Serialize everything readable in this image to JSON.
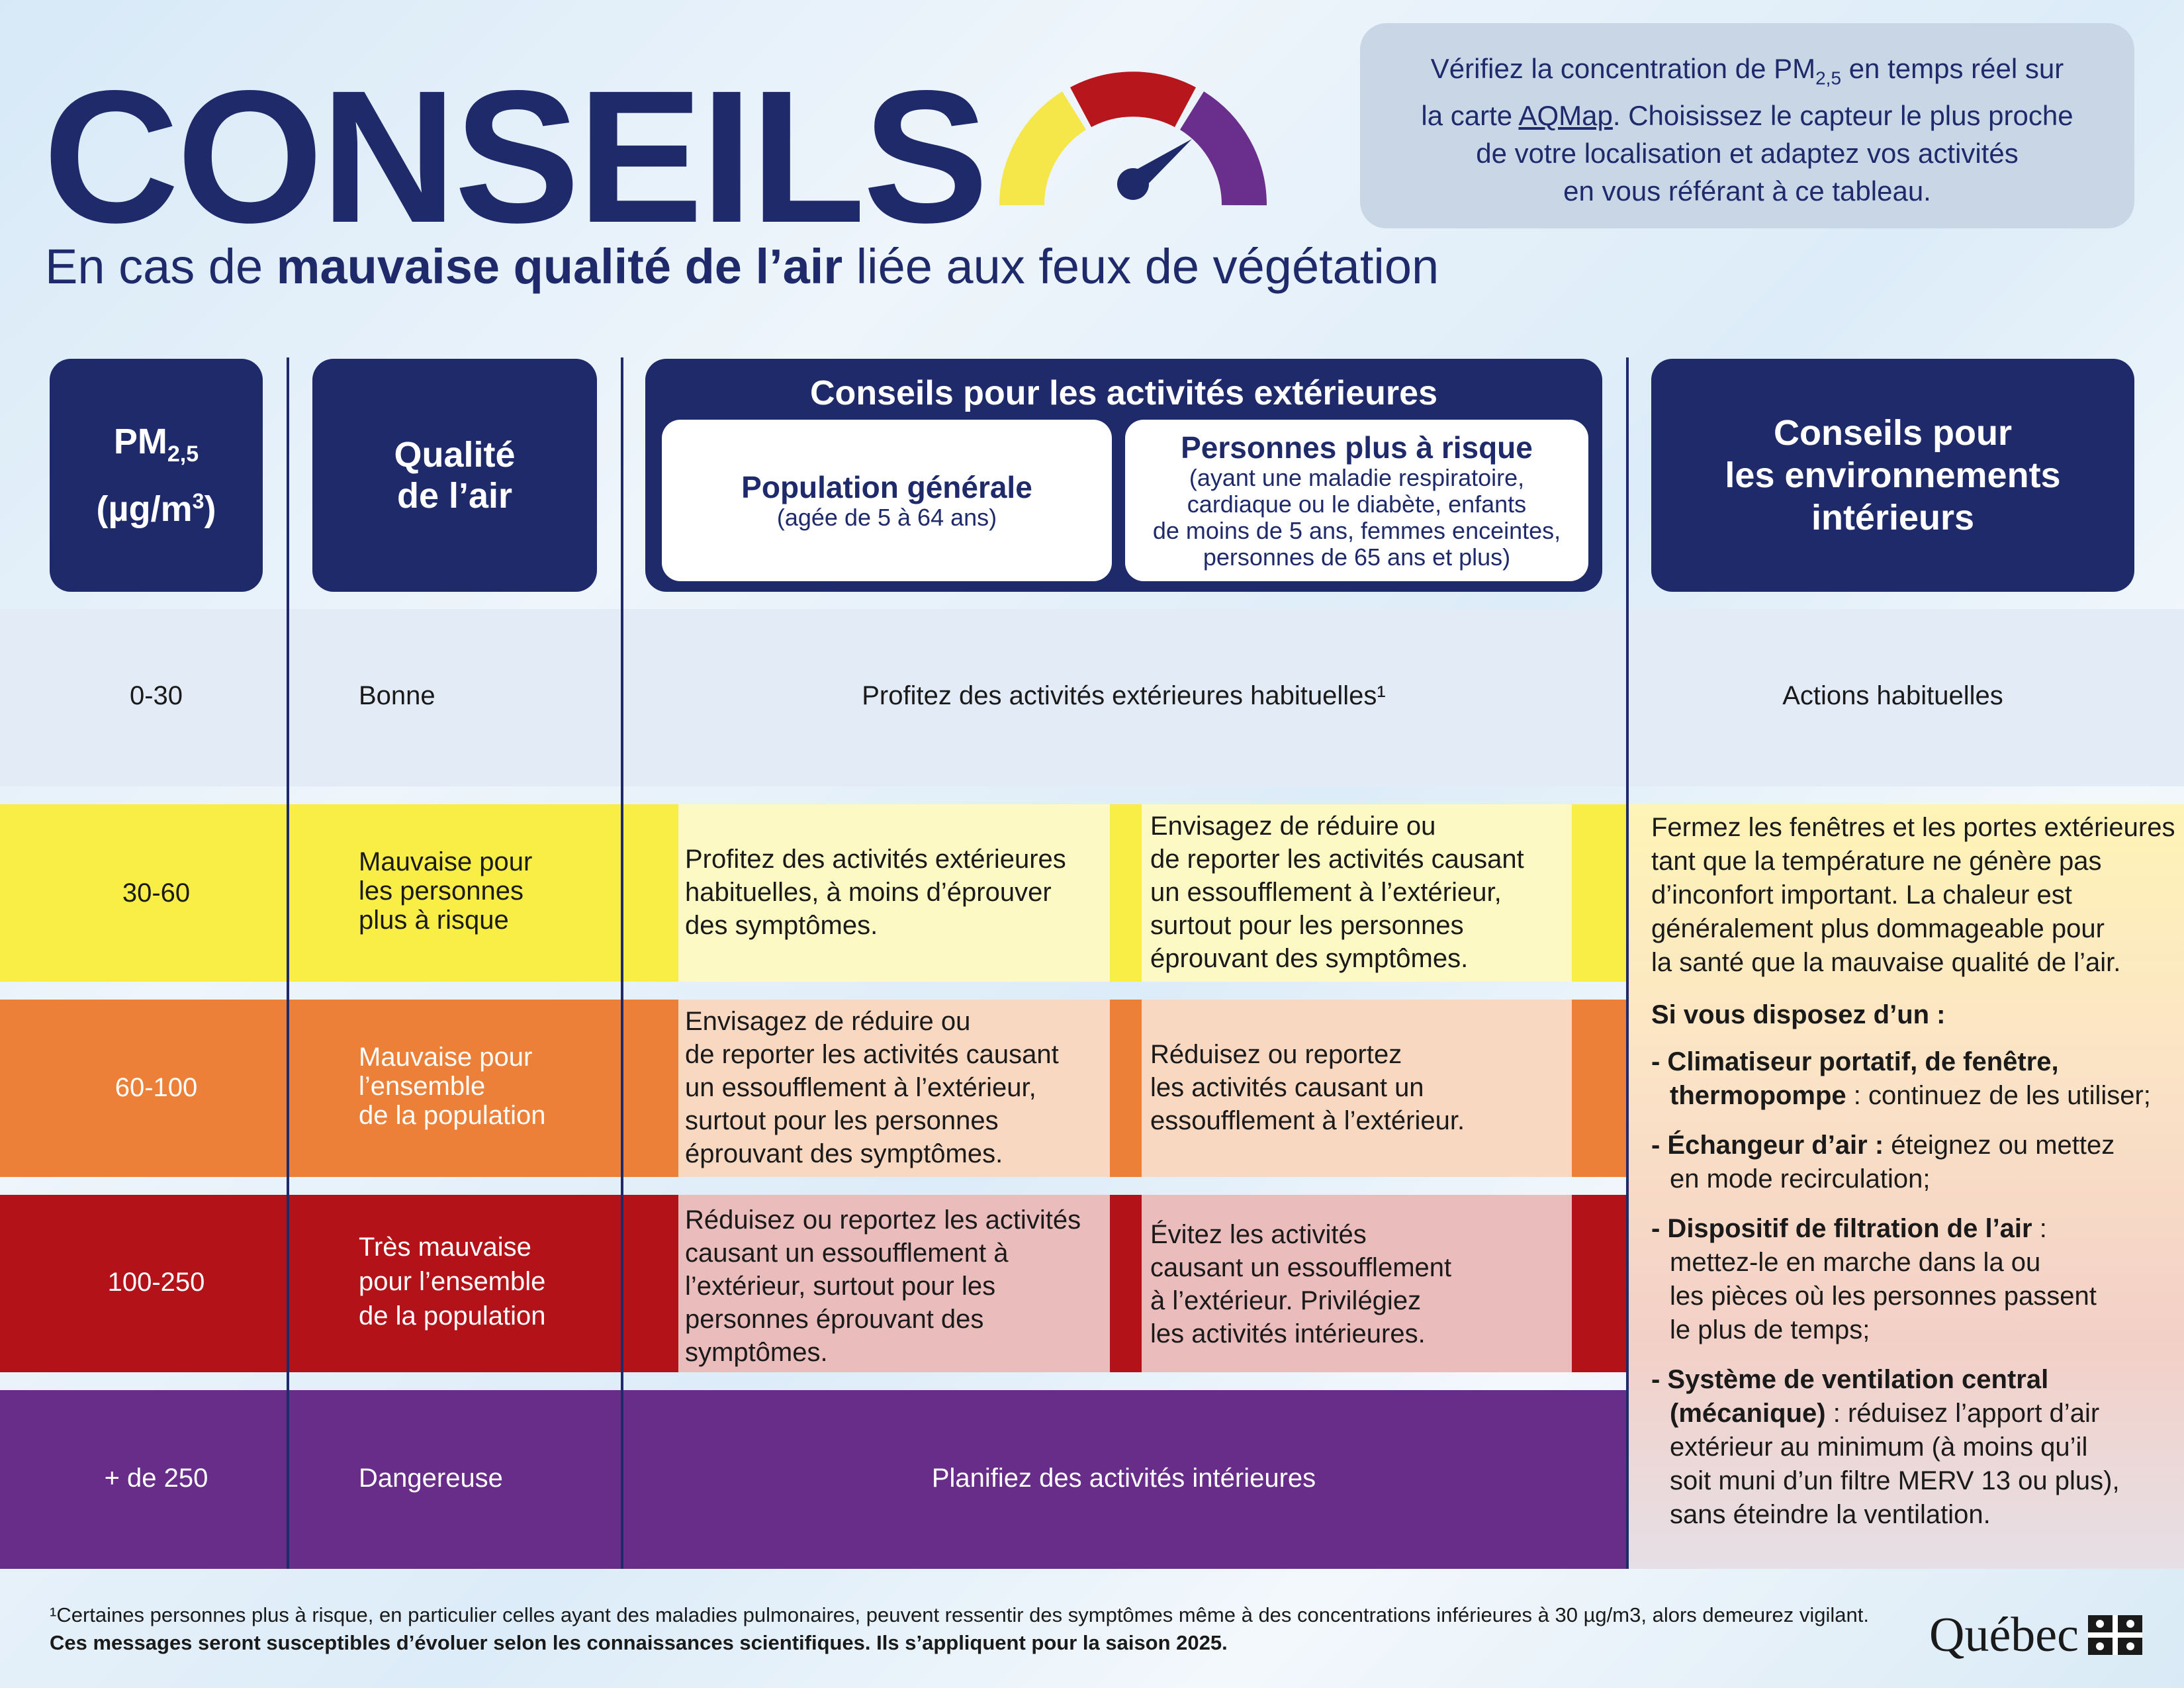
{
  "header": {
    "title": "CONSEILS",
    "subtitle_pre": "En cas de ",
    "subtitle_bold": "mauvaise qualité de l’air",
    "subtitle_post": " liée aux feux de végétation"
  },
  "info": {
    "line1_pre": "Vérifiez la concentration de PM",
    "line1_sub": "2,5",
    "line1_post": " en temps réel sur",
    "line2_pre": "la carte ",
    "line2_link": "AQMap",
    "line2_post": ".  Choisissez le capteur le plus proche",
    "line3": "de votre localisation et adaptez vos activités",
    "line4": "en vous référant à ce tableau."
  },
  "columns": {
    "pm_label": "PM",
    "pm_sub": "2,5",
    "pm_unit_pre": "(µg/m",
    "pm_unit_sup": "3",
    "pm_unit_post": ")",
    "quality_line1": "Qualité",
    "quality_line2": "de l’air",
    "outdoor_title": "Conseils pour les activités extérieures",
    "general_title": "Population générale",
    "general_note": "(agée de 5 à 64 ans)",
    "risk_title": "Personnes plus à risque",
    "risk_note1": "(ayant une maladie respiratoire,",
    "risk_note2": "cardiaque ou le diabète, enfants",
    "risk_note3": "de moins de 5 ans, femmes enceintes,",
    "risk_note4": "personnes de 65 ans et plus)",
    "indoor_line1": "Conseils pour",
    "indoor_line2": "les environnements",
    "indoor_line3": "intérieurs"
  },
  "rows": {
    "r1": {
      "pm": "0-30",
      "quality": "Bonne",
      "outdoor": "Profitez des activités extérieures habituelles¹",
      "indoor": "Actions habituelles"
    },
    "r2": {
      "pm": "30-60",
      "quality": [
        "Mauvaise pour",
        "les personnes",
        "plus à risque"
      ],
      "general": [
        "Profitez des activités extérieures",
        "habituelles, à moins d’éprouver",
        "des symptômes."
      ],
      "risk": [
        "Envisagez de réduire ou",
        "de reporter les activités causant",
        "un essoufflement à l’extérieur,",
        "surtout pour les personnes",
        "éprouvant des symptômes."
      ]
    },
    "r3": {
      "pm": "60-100",
      "quality": [
        "Mauvaise pour",
        "l’ensemble",
        "de la population"
      ],
      "general": [
        "Envisagez de réduire ou",
        "de reporter les activités causant",
        "un essoufflement à l’extérieur,",
        "surtout pour les personnes",
        "éprouvant des symptômes."
      ],
      "risk": [
        "Réduisez ou reportez",
        "les activités causant un",
        "essoufflement à l’extérieur."
      ]
    },
    "r4": {
      "pm": "100-250",
      "quality": [
        "Très mauvaise",
        "pour l’ensemble",
        "de la population"
      ],
      "general": [
        "Réduisez ou reportez les activités",
        "causant un essoufflement  à",
        "l’extérieur, surtout pour les",
        "personnes éprouvant des",
        "symptômes."
      ],
      "risk": [
        "Évitez les activités",
        "causant un essoufflement",
        "à l’extérieur. Privilégiez",
        "les activités intérieures."
      ]
    },
    "r5": {
      "pm": "+ de 250",
      "quality": "Dangereuse",
      "outdoor": "Planifiez des activités intérieures"
    }
  },
  "indoor": {
    "intro": [
      "Fermez les fenêtres et les portes extérieures",
      "tant que la température ne génère pas",
      "d’inconfort important. La chaleur est",
      "généralement plus dommageable pour",
      "la santé que la mauvaise qualité de l’air."
    ],
    "if_heading": "Si vous disposez d’un :",
    "item1_bold1": "- Climatiseur portatif, de fenêtre,",
    "item1_bold2": "thermopompe",
    "item1_rest": " : continuez de les utiliser;",
    "item2_bold": "- Échangeur d’air :",
    "item2_rest1": " éteignez ou mettez",
    "item2_rest2": "en mode recirculation;",
    "item3_bold": "- Dispositif de filtration de l’air",
    "item3_rest1": " :",
    "item3_rest2": [
      "mettez-le en marche dans la ou",
      "les pièces où les personnes passent",
      "le plus de temps;"
    ],
    "item4_bold1": "- Système de ventilation central",
    "item4_bold2": "(mécanique)",
    "item4_rest1": " : réduisez l’apport d’air",
    "item4_rest2": [
      "extérieur au minimum (à moins qu’il",
      "soit muni d’un filtre MERV 13 ou plus),",
      "sans éteindre la ventilation."
    ]
  },
  "footer": {
    "note": "¹Certaines personnes plus à risque, en particulier celles ayant des maladies pulmonaires, peuvent ressentir des symptômes même à des concentrations inférieures à 30 µg/m3, alors demeurez vigilant.",
    "disclaimer": "Ces messages seront susceptibles d’évoluer selon les connaissances scientifiques. Ils s’appliquent pour la saison 2025.",
    "logo": "Québec"
  },
  "colors": {
    "navy": "#1f2a6b",
    "good": "#e3ecf6",
    "yellow": "#f8ee46",
    "yellow_light": "#fdf9c4",
    "orange": "#ec8038",
    "orange_light": "#f9d8c2",
    "red": "#b31318",
    "red_light": "#ebbcbc",
    "purple": "#672d89",
    "gauge_yellow": "#f5e64a",
    "gauge_red": "#b7171c",
    "gauge_purple": "#6a2e8c"
  },
  "icons": {
    "gauge": "air-quality-gauge-icon",
    "flag": "fleurdelise-flag-icon"
  }
}
